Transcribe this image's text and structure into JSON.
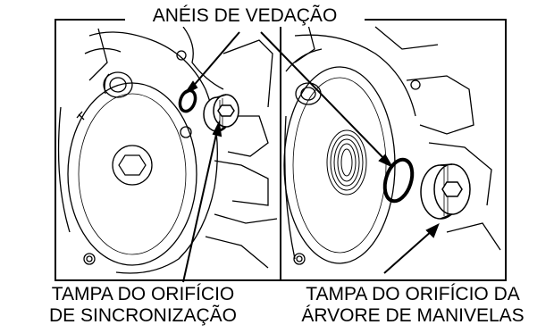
{
  "labels": {
    "sealing_rings": "ANÉIS DE VEDAÇÃO",
    "timing_hole_cap_line1": "TAMPA DO ORIFÍCIO",
    "timing_hole_cap_line2": "DE SINCRONIZAÇÃO",
    "crankshaft_hole_cap_line1": "TAMPA DO ORIFÍCIO DA",
    "crankshaft_hole_cap_line2": "ÁRVORE DE MANIVELAS"
  },
  "colors": {
    "ink": "#000000",
    "paper": "#ffffff"
  }
}
